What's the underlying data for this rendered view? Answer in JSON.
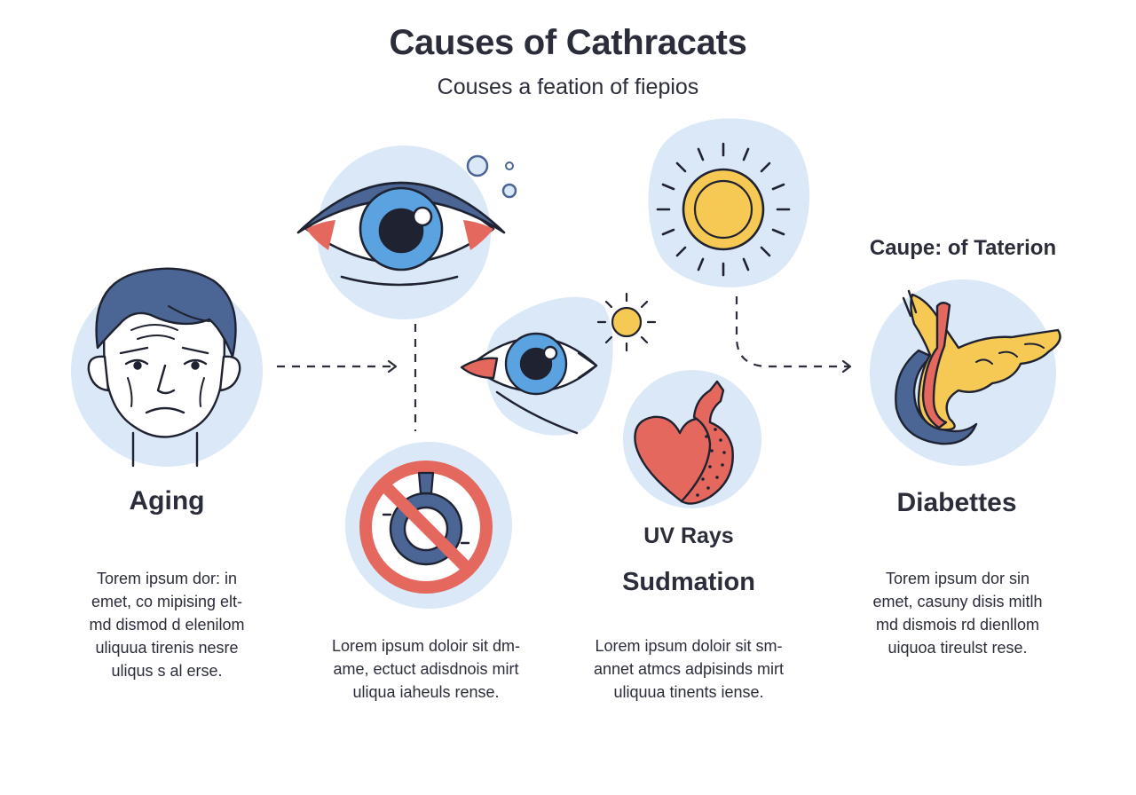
{
  "header": {
    "title": "Causes of Cathracats",
    "subtitle": "Couses  a feation of fiepios"
  },
  "causes": {
    "aging": {
      "label": "Aging",
      "text": "Torem ipsum dor: in\nemet, co mipising elt-\nmd dismod d elenilom\nuliquua tirenis nesre\nuliqus s al erse."
    },
    "middle": {
      "text": "Lorem ipsum doloir sit dm-\name, ectuct adisdnois mirt\nuliqua iaheuls rense."
    },
    "uv": {
      "label": "UV Rays",
      "sublabel": "Sudmation",
      "text": "Lorem ipsum doloir sit sm-\nannet atmcs adpisinds mirt\nuliquua tinents iense."
    },
    "diabetes": {
      "caption": "Caupe: of Taterion",
      "label": "Diabettes",
      "text": "Torem ipsum dor sin\nemet, casuny disis mitlh\nmd dismois rd dienllom\nuiquoa tireulst rese."
    }
  },
  "colors": {
    "bubble": "#dbe8f7",
    "navy": "#4b6595",
    "iris": "#5aa3e0",
    "red": "#e5685f",
    "sun": "#f6c954",
    "ink": "#1f2230"
  },
  "icons": [
    "face-icon",
    "eye-icon",
    "eye-small-icon",
    "sun-icon",
    "sun-small-icon",
    "no-medication-icon",
    "heart-icon",
    "pancreas-icon"
  ]
}
